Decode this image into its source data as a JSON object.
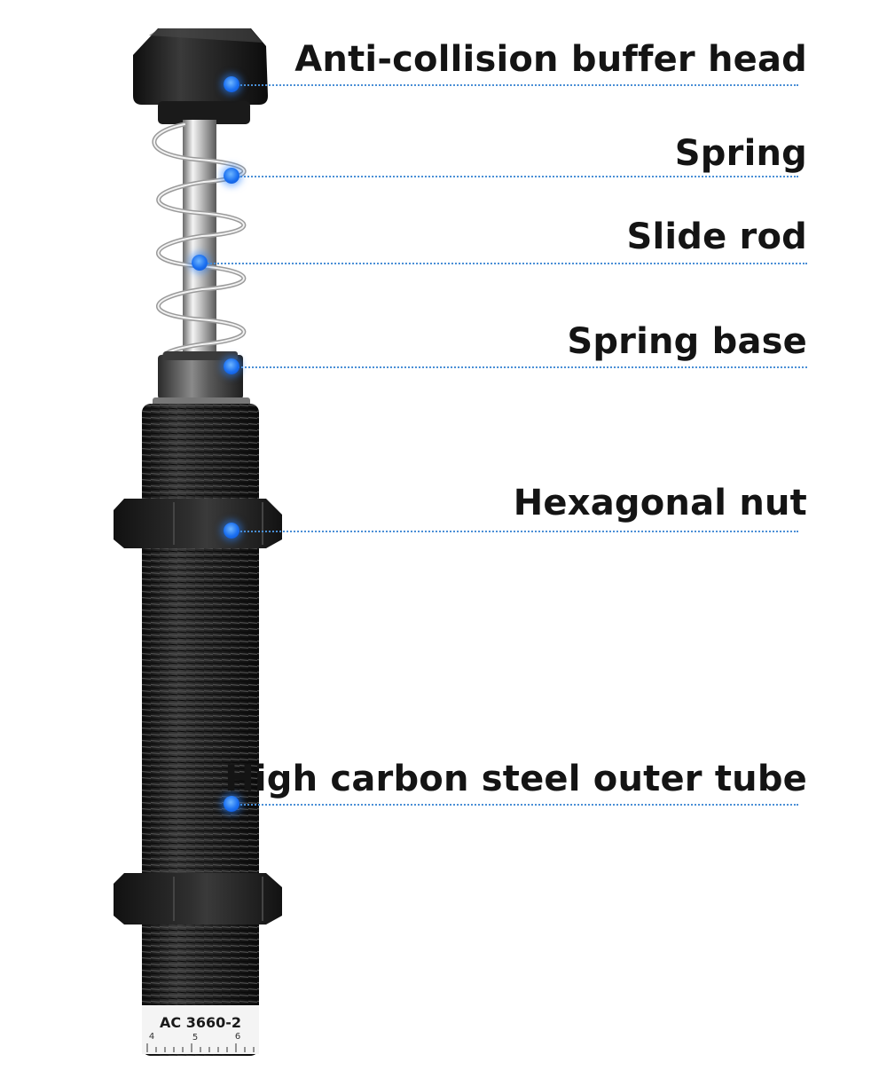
{
  "title": "",
  "labels": [
    {
      "id": "buffer-head",
      "text": "Anti-collision buffer head"
    },
    {
      "id": "spring",
      "text": "Spring"
    },
    {
      "id": "slide-rod",
      "text": "Slide rod"
    },
    {
      "id": "spring-base",
      "text": "Spring base"
    },
    {
      "id": "hex-nut",
      "text": "Hexagonal nut"
    },
    {
      "id": "outer-tube",
      "text": "High carbon steel outer tube"
    }
  ],
  "product": {
    "model": "AC 3660-2",
    "scale_marks": [
      "4",
      "5",
      "6"
    ]
  },
  "colors": {
    "leader": "#4a8fd6",
    "marker": "#1a6ff0",
    "body": "#1c1c1c",
    "steel": "#c9c9c9"
  }
}
